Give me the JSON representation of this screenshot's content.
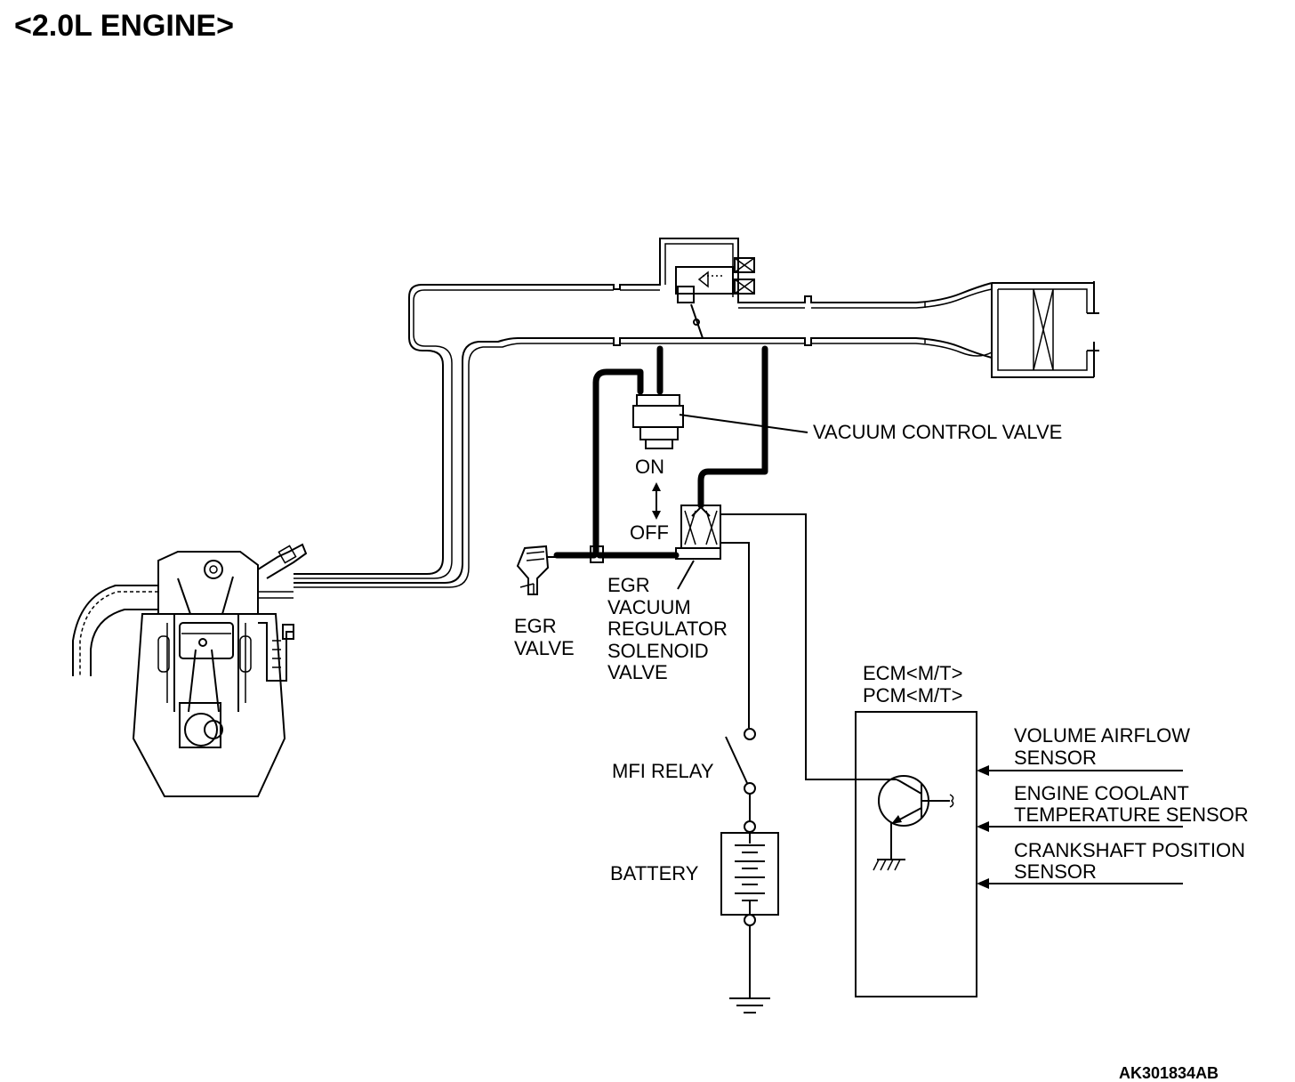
{
  "title": "<2.0L ENGINE>",
  "figure_code": "AK301834AB",
  "labels": {
    "vacuum_control_valve": "VACUUM CONTROL VALVE",
    "on": "ON",
    "off": "OFF",
    "egr_valve": [
      "EGR",
      "VALVE"
    ],
    "egr_solenoid": [
      "EGR",
      "VACUUM",
      "REGULATOR",
      "SOLENOID",
      "VALVE"
    ],
    "ecm": [
      "ECM<M/T>",
      "PCM<M/T>"
    ],
    "mfi_relay": "MFI RELAY",
    "battery": "BATTERY",
    "sensors": [
      [
        "VOLUME AIRFLOW",
        "SENSOR"
      ],
      [
        "ENGINE COOLANT",
        "TEMPERATURE SENSOR"
      ],
      [
        "CRANKSHAFT POSITION",
        "SENSOR"
      ]
    ]
  }
}
